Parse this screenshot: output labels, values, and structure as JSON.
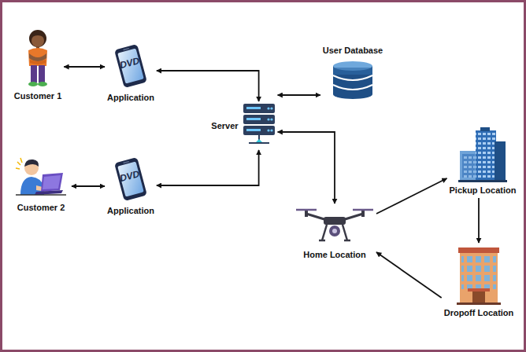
{
  "diagram": {
    "nodes": [
      {
        "text": [
          "Customer 1"
        ]
      },
      {
        "text": [
          "DVD",
          "Application"
        ]
      },
      {
        "text": [
          "User Database"
        ]
      },
      {
        "text": [
          "Server"
        ]
      },
      {
        "text": [
          "Pickup Location"
        ]
      },
      {
        "text": [
          "Customer 2"
        ]
      },
      {
        "text": [
          "DVD",
          "Application"
        ]
      },
      {
        "text": [
          "Home Location"
        ]
      },
      {
        "text": [
          "Dropoff Location"
        ]
      }
    ],
    "edges": [
      {
        "from": 0,
        "to": 1,
        "arrow": "both"
      },
      {
        "from": 1,
        "to": 3,
        "arrow": "both"
      },
      {
        "from": 3,
        "to": 2,
        "arrow": "both"
      },
      {
        "from": 3,
        "to": 6,
        "arrow": "both"
      },
      {
        "from": 3,
        "to": 7,
        "arrow": "both"
      },
      {
        "from": 5,
        "to": 6,
        "arrow": "both"
      },
      {
        "from": 7,
        "to": 4,
        "arrow": "to"
      },
      {
        "from": 4,
        "to": 8,
        "arrow": "to"
      },
      {
        "from": 8,
        "to": 7,
        "arrow": "to"
      }
    ]
  }
}
